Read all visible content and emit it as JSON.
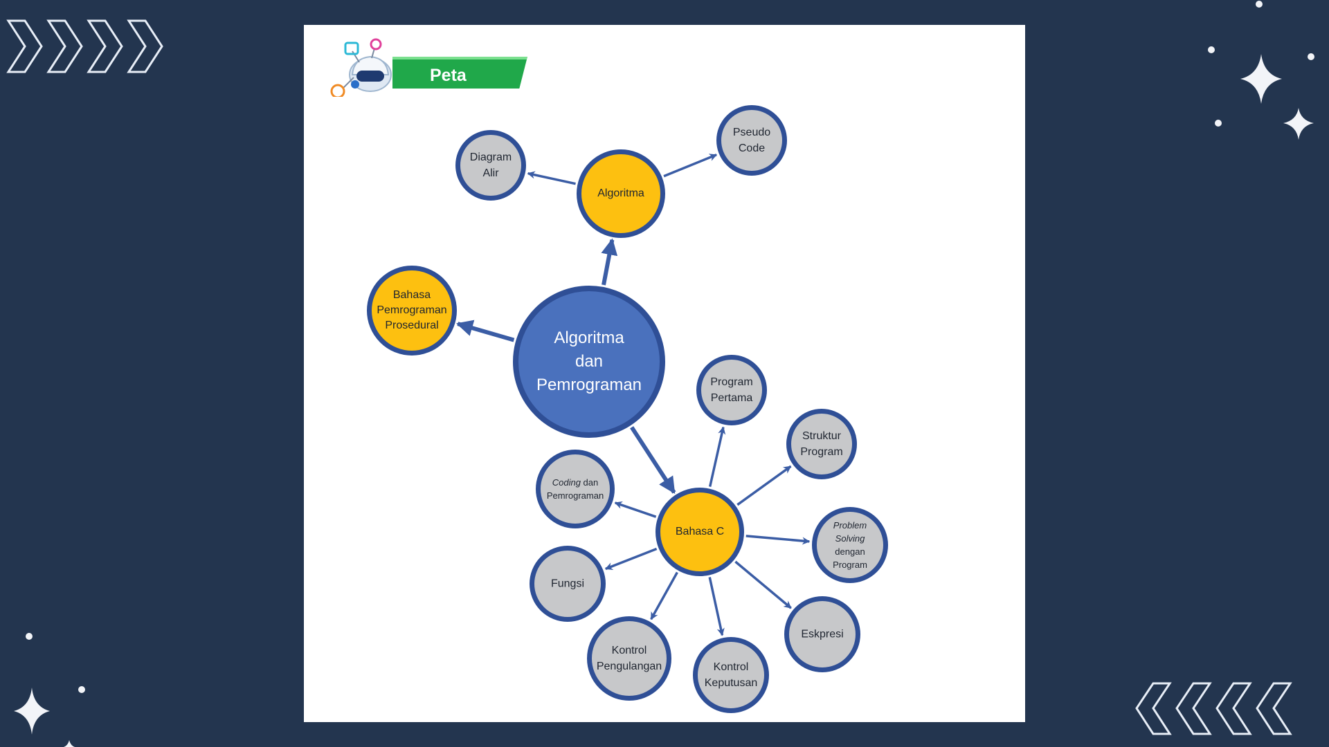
{
  "badge": {
    "title": "Peta Konsep"
  },
  "colors": {
    "background": "#23354f",
    "ring": "#2f4f96",
    "center": "#4a71bd",
    "primary": "#fdc010",
    "secondary": "#c7c8ca",
    "arrow": "#3b5da5",
    "badge": "#20a84a"
  },
  "icons": [
    "chevrons-right-icon",
    "chevrons-left-icon",
    "sparkle-icon",
    "peta-konsep-logo-icon"
  ],
  "nodes": [
    {
      "id": "center",
      "lines": [
        "Algoritma",
        "dan",
        "Pemrograman"
      ],
      "kind": "center"
    },
    {
      "id": "algoritma",
      "lines": [
        "Algoritma"
      ],
      "kind": "primary"
    },
    {
      "id": "diagram-alir",
      "lines": [
        "Diagram",
        "Alir"
      ],
      "kind": "secondary"
    },
    {
      "id": "pseudo-code",
      "lines": [
        "Pseudo",
        "Code"
      ],
      "kind": "secondary"
    },
    {
      "id": "bahasa-prosedural",
      "lines": [
        "Bahasa",
        "Pemrograman",
        "Prosedural"
      ],
      "kind": "primary"
    },
    {
      "id": "bahasa-c",
      "lines": [
        "Bahasa C"
      ],
      "kind": "primary"
    },
    {
      "id": "program-pertama",
      "lines": [
        "Program",
        "Pertama"
      ],
      "kind": "secondary"
    },
    {
      "id": "struktur-program",
      "lines": [
        "Struktur",
        "Program"
      ],
      "kind": "secondary"
    },
    {
      "id": "coding-pemrograman",
      "lines": [
        "Coding dan",
        "Pemrograman"
      ],
      "kind": "secondary"
    },
    {
      "id": "problem-solving",
      "lines": [
        "Problem",
        "Solving",
        "dengan",
        "Program"
      ],
      "kind": "secondary"
    },
    {
      "id": "fungsi",
      "lines": [
        "Fungsi"
      ],
      "kind": "secondary"
    },
    {
      "id": "eskpresi",
      "lines": [
        "Eskpresi"
      ],
      "kind": "secondary"
    },
    {
      "id": "kontrol-pengulangan",
      "lines": [
        "Kontrol",
        "Pengulangan"
      ],
      "kind": "secondary"
    },
    {
      "id": "kontrol-keputusan",
      "lines": [
        "Kontrol",
        "Keputusan"
      ],
      "kind": "secondary"
    }
  ],
  "edges": [
    {
      "from": "center",
      "to": "algoritma"
    },
    {
      "from": "center",
      "to": "bahasa-prosedural"
    },
    {
      "from": "center",
      "to": "bahasa-c"
    },
    {
      "from": "algoritma",
      "to": "diagram-alir"
    },
    {
      "from": "algoritma",
      "to": "pseudo-code"
    },
    {
      "from": "bahasa-c",
      "to": "program-pertama"
    },
    {
      "from": "bahasa-c",
      "to": "struktur-program"
    },
    {
      "from": "bahasa-c",
      "to": "coding-pemrograman"
    },
    {
      "from": "bahasa-c",
      "to": "problem-solving"
    },
    {
      "from": "bahasa-c",
      "to": "fungsi"
    },
    {
      "from": "bahasa-c",
      "to": "eskpresi"
    },
    {
      "from": "bahasa-c",
      "to": "kontrol-pengulangan"
    },
    {
      "from": "bahasa-c",
      "to": "kontrol-keputusan"
    }
  ]
}
